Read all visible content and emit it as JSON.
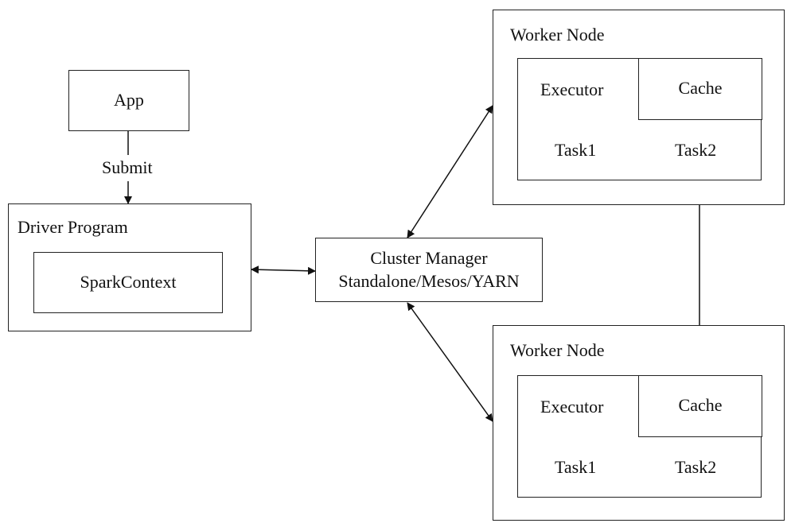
{
  "app": {
    "label": "App"
  },
  "submit": {
    "label": "Submit"
  },
  "driver": {
    "title": "Driver Program",
    "spark_context": "SparkContext"
  },
  "cluster_manager": {
    "line1": "Cluster Manager",
    "line2": "Standalone/Mesos/YARN"
  },
  "workers": [
    {
      "title": "Worker Node",
      "executor": "Executor",
      "cache": "Cache",
      "task1": "Task1",
      "task2": "Task2"
    },
    {
      "title": "Worker Node",
      "executor": "Executor",
      "cache": "Cache",
      "task1": "Task1",
      "task2": "Task2"
    }
  ]
}
